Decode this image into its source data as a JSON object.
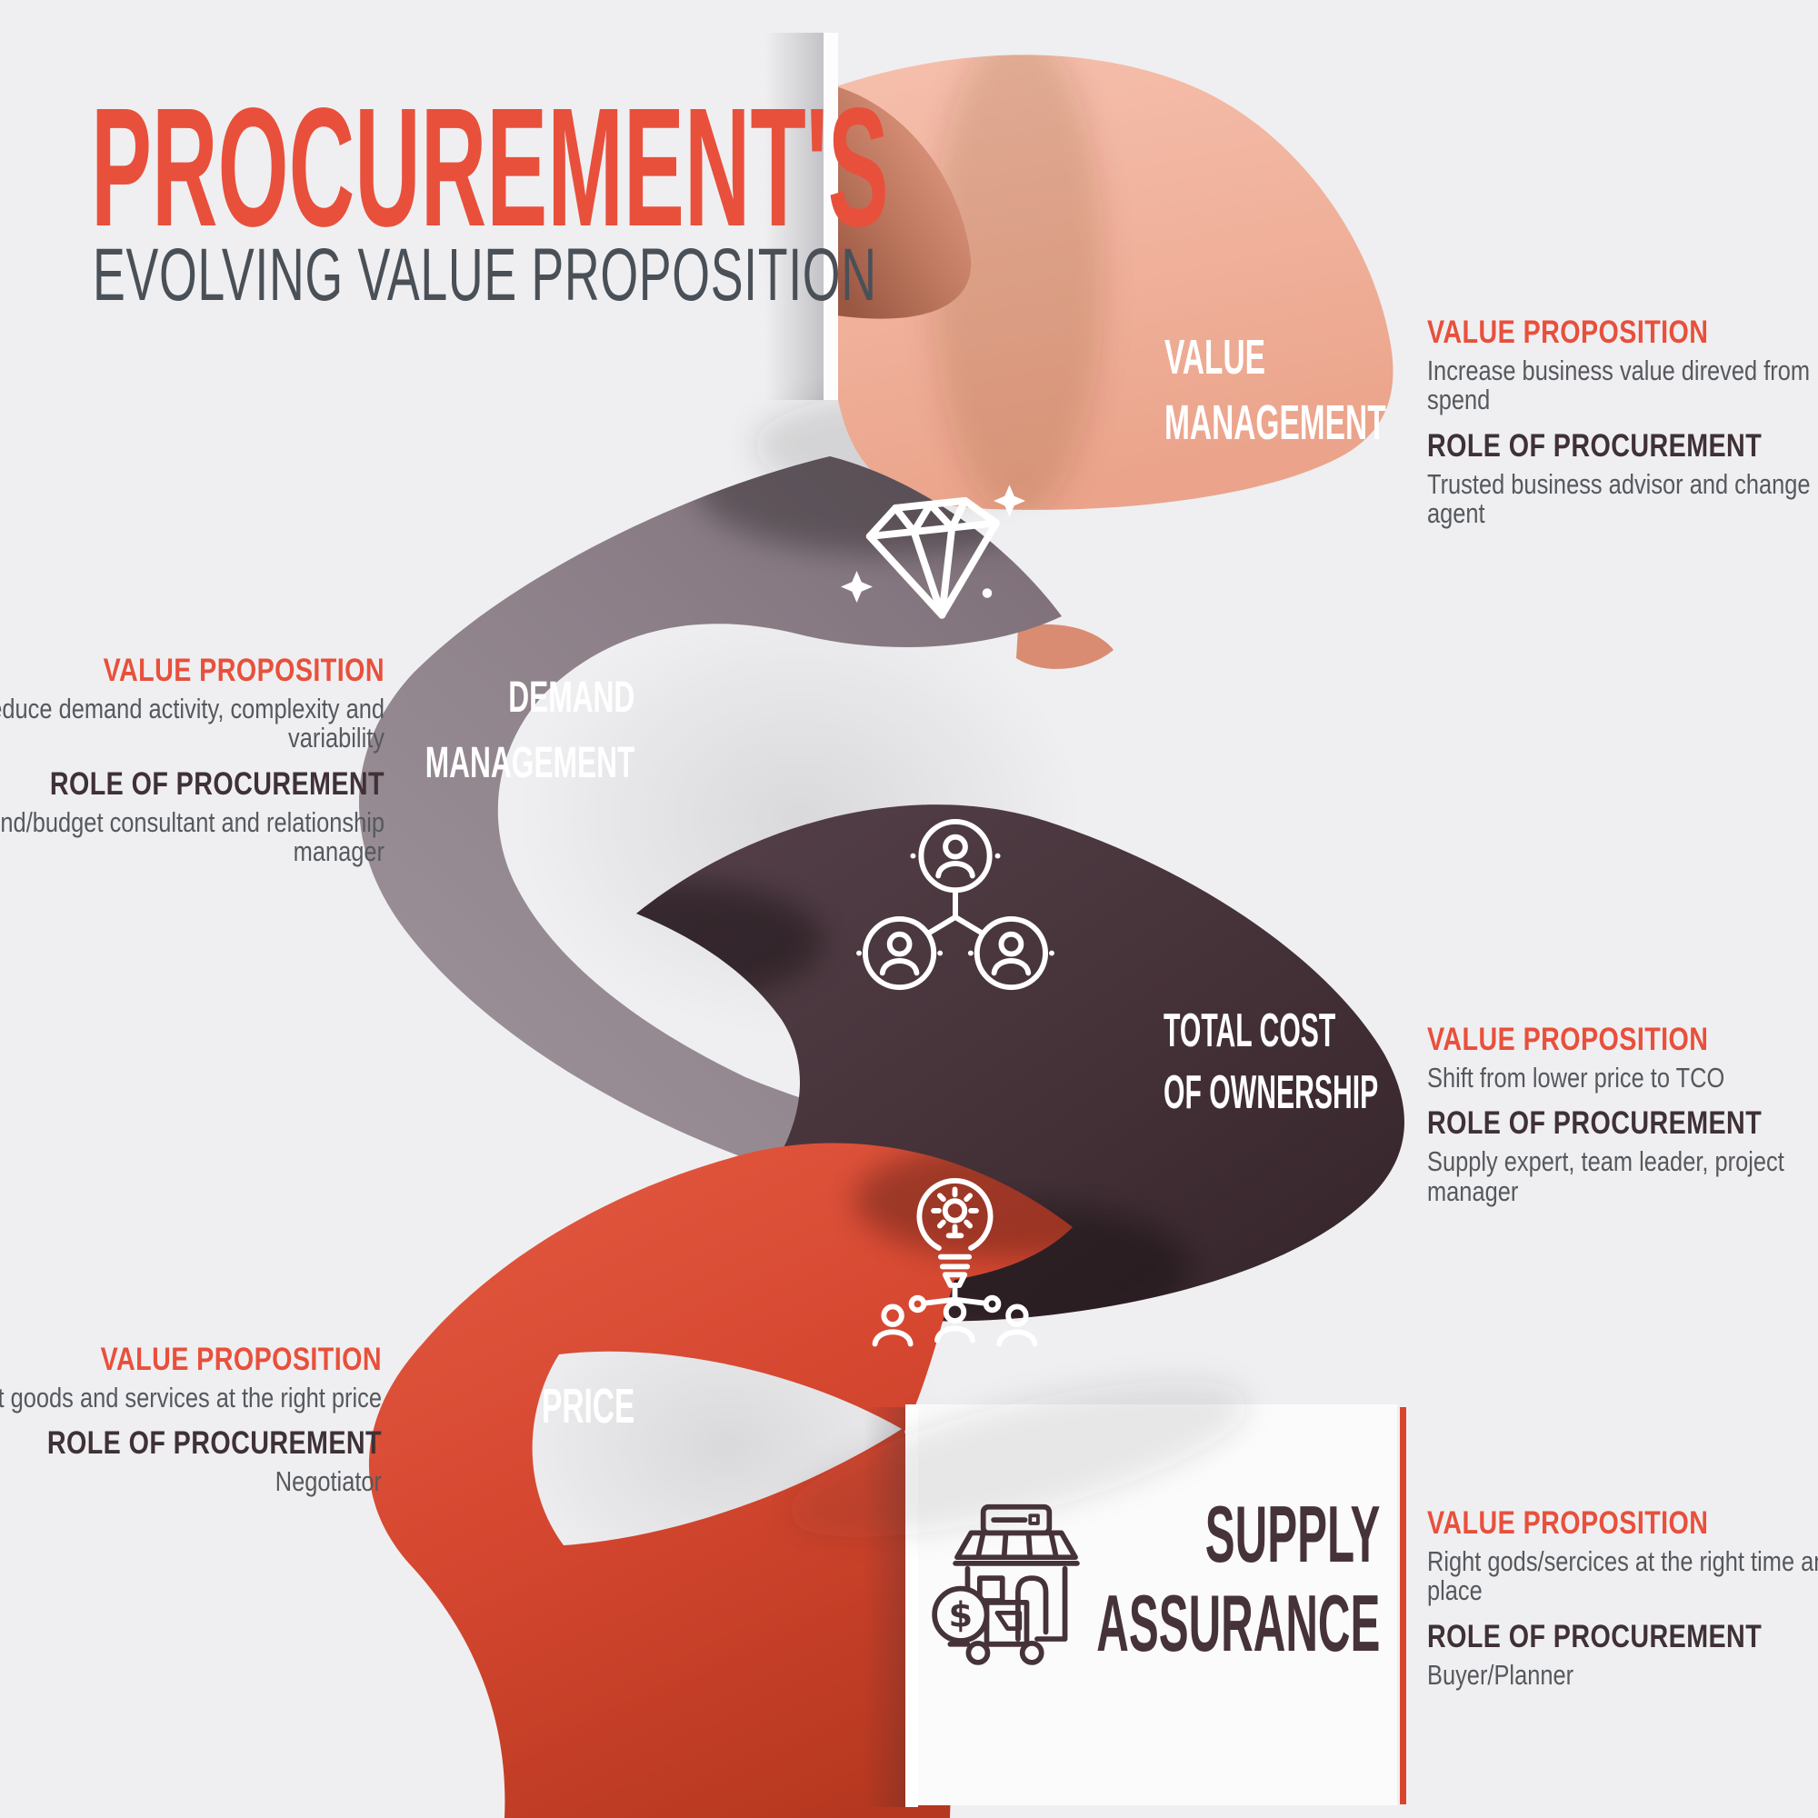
{
  "header": {
    "title": "PROCUREMENT'S",
    "subtitle": "EVOLVING VALUE PROPOSITION"
  },
  "labels": {
    "value_proposition": "VALUE PROPOSITION",
    "role_of_procurement": "ROLE OF PROCUREMENT"
  },
  "stages": [
    {
      "id": "value-management",
      "line1": "VALUE",
      "line2": "MANAGEMENT",
      "ribbon_color": "#efa68f",
      "value_proposition": "Increase business value direved from spend",
      "role": "Trusted business advisor and change agent"
    },
    {
      "id": "demand-management",
      "line1": "DEMAND",
      "line2": "MANAGEMENT",
      "ribbon_color": "#8b7e87",
      "icon": "diamond-icon",
      "value_proposition": "Reduce demand activity, complexity and variability",
      "role": "Spend/budget consultant and relationship manager"
    },
    {
      "id": "total-cost-of-ownership",
      "line1": "TOTAL COST",
      "line2": "OF OWNERSHIP",
      "ribbon_color": "#463339",
      "icon": "team-network-icon",
      "value_proposition": "Shift from lower price to TCO",
      "role": "Supply expert, team leader, project manager"
    },
    {
      "id": "price",
      "line1": "PRICE",
      "line2": "",
      "ribbon_color": "#d8452e",
      "icon": "idea-collaboration-icon",
      "value_proposition": "Right goods and services at the right price",
      "role": "Negotiator"
    },
    {
      "id": "supply-assurance",
      "line1": "SUPPLY",
      "line2": "ASSURANCE",
      "text_color": "#463339",
      "icon": "store-delivery-icon",
      "value_proposition": "Right gods/sercices at the right time and place",
      "role": "Buyer/Planner"
    }
  ],
  "colors": {
    "background": "#efeff1",
    "title_red": "#e8503c",
    "subtitle_gray": "#4a5057",
    "body_text": "#55585d",
    "dark_heading": "#3f3136",
    "ribbon_salmon": "#efa68f",
    "ribbon_gray": "#8b7e87",
    "ribbon_dark": "#463339",
    "ribbon_red": "#d8452e",
    "divider_red": "#d8452e",
    "card_white": "#fbfbfc"
  }
}
